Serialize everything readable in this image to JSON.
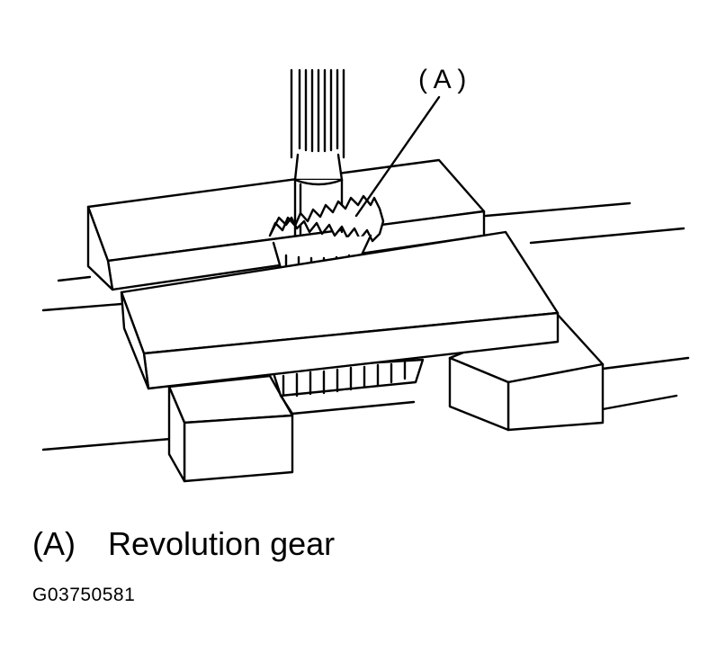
{
  "callout": {
    "label": "( A )"
  },
  "legend": {
    "key": "(A)",
    "text": "Revolution gear"
  },
  "figure_code": "G03750581"
}
